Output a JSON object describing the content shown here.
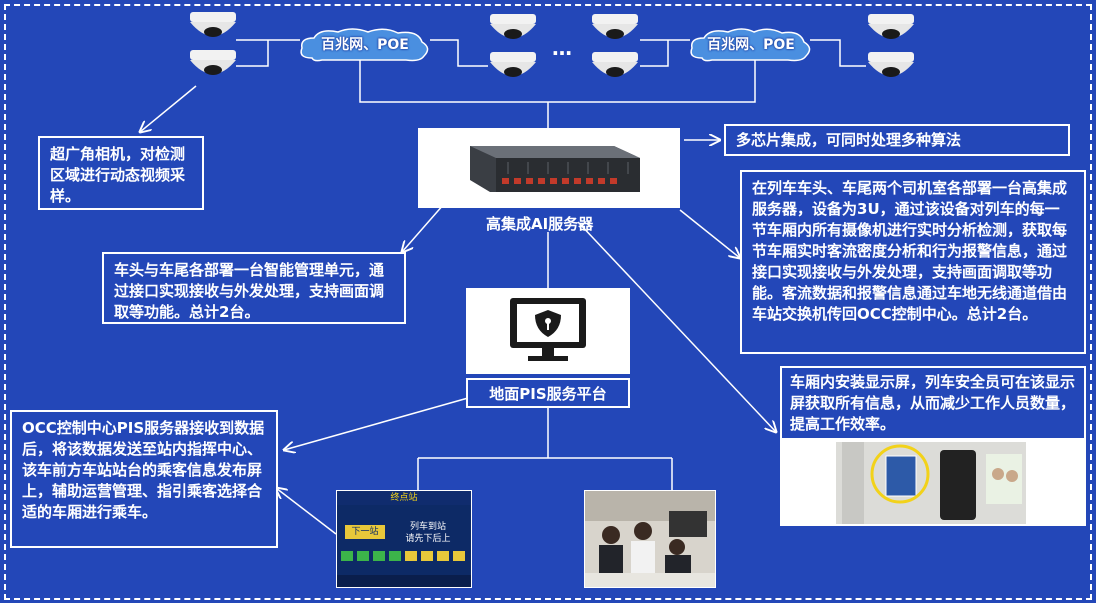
{
  "clouds": {
    "left_label": "百兆网、POE",
    "right_label": "百兆网、POE"
  },
  "ellipsis": "…",
  "server": {
    "label": "高集成AI服务器"
  },
  "callouts": {
    "camera": "超广角相机，对检测区域进行动态视频采样。",
    "multi_chip": "多芯片集成，可同时处理多种算法",
    "server_desc": "在列车车头、车尾两个司机室各部署一台高集成服务器，设备为3U，通过该设备对列车的每一节车厢内所有摄像机进行实时分析检测，获取每节车厢实时客流密度分析和行为报警信息，通过接口实现接收与外发处理，支持画面调取等功能。客流数据和报警信息通过车地无线通道借由车站交换机传回OCC控制中心。总计2台。",
    "mgmt_unit": "车头与车尾各部署一台智能管理单元，通过接口实现接收与外发处理，支持画面调取等功能。总计2台。",
    "display": "车厢内安装显示屏，列车安全员可在该显示屏获取所有信息，从而减少工作人员数量，提高工作效率。",
    "occ": "OCC控制中心PIS服务器接收到数据后，将该数据发送至站内指挥中心、该车前方车站站台的乘客信息发布屏上，辅助运营管理、指引乘客选择合适的车厢进行乘车。"
  },
  "platform": {
    "label": "地面PIS服务平台"
  },
  "pis_screen": {
    "header": "终点站",
    "next_tag": "下一站",
    "line1": "列车到站",
    "line2": "请先下后上"
  },
  "colors": {
    "background": "#2347b8",
    "line": "#ffffff",
    "cloud": "#4a8fe0"
  }
}
